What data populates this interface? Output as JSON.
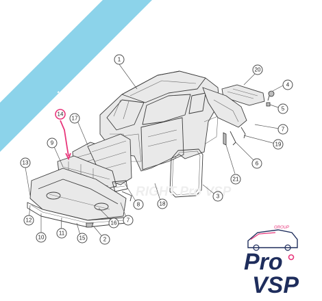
{
  "banner": {
    "text": "pro-piece-vsp.com",
    "color": "#8cd3ea"
  },
  "watermark": {
    "text": "RIGHT Pro VSP"
  },
  "logo": {
    "group": "GROUP",
    "pro": "Pro",
    "vsp": "VSP",
    "colors": {
      "navy": "#1e2d5c",
      "pink": "#e8357a"
    }
  },
  "highlight_color": "#e8357a",
  "callouts": [
    "1",
    "20",
    "4",
    "5",
    "7",
    "19",
    "6",
    "21",
    "3",
    "18",
    "8",
    "7",
    "16",
    "2",
    "15",
    "11",
    "10",
    "12",
    "13",
    "9",
    "14",
    "17"
  ]
}
